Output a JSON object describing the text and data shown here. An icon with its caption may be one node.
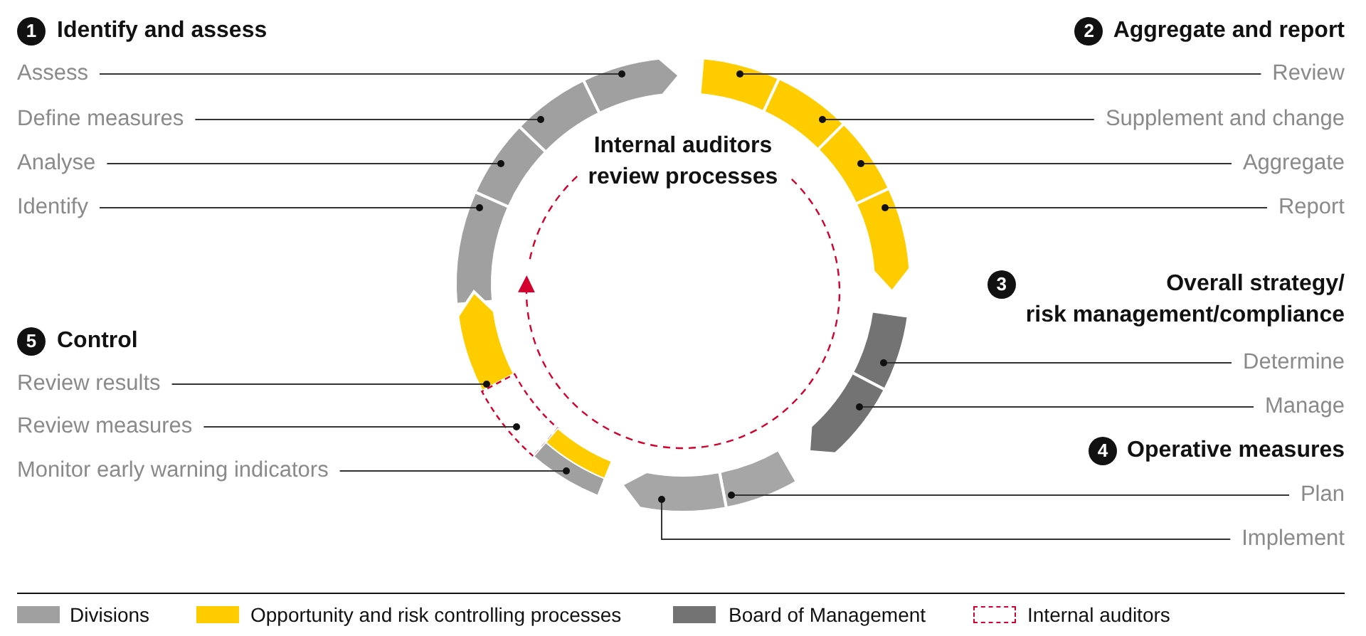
{
  "diagram": {
    "nodes": [
      {
        "text": [
          "Assess"
        ]
      },
      {
        "text": [
          "Define measures"
        ]
      },
      {
        "text": [
          "Analyse"
        ]
      },
      {
        "text": [
          "Identify"
        ]
      },
      {
        "text": [
          "Review"
        ]
      },
      {
        "text": [
          "Supplement and change"
        ]
      },
      {
        "text": [
          "Aggregate"
        ]
      },
      {
        "text": [
          "Report"
        ]
      },
      {
        "text": [
          "Determine"
        ]
      },
      {
        "text": [
          "Manage"
        ]
      },
      {
        "text": [
          "Plan"
        ]
      },
      {
        "text": [
          "Implement"
        ]
      },
      {
        "text": [
          "Review results"
        ]
      },
      {
        "text": [
          "Review measures"
        ]
      },
      {
        "text": [
          "Monitor early warning indicators"
        ]
      },
      {
        "text": [],
        "shape": "bar"
      },
      {
        "text": [],
        "shape": "bar"
      },
      {
        "text": [],
        "shape": "bar"
      },
      {
        "text": [],
        "shape": "bar"
      },
      {
        "text": [],
        "shape": "bar"
      },
      {
        "text": [],
        "shape": "bar"
      },
      {
        "text": [],
        "shape": "bar"
      },
      {
        "text": [],
        "shape": "bar"
      },
      {
        "text": [],
        "shape": "bar"
      },
      {
        "text": [],
        "shape": "bar"
      },
      {
        "text": [],
        "shape": "bar"
      },
      {
        "text": [],
        "shape": "bar"
      },
      {
        "text": [],
        "shape": "bar"
      },
      {
        "text": [],
        "shape": "bar"
      },
      {
        "text": [],
        "shape": "bar"
      }
    ],
    "edges": [
      {
        "from": 0,
        "to": 15,
        "arrow": "other"
      },
      {
        "from": 1,
        "to": 16,
        "arrow": "other"
      },
      {
        "from": 2,
        "to": 17,
        "arrow": "other"
      },
      {
        "from": 3,
        "to": 18,
        "arrow": "other"
      },
      {
        "from": 4,
        "to": 19,
        "arrow": "other"
      },
      {
        "from": 5,
        "to": 20,
        "arrow": "other"
      },
      {
        "from": 6,
        "to": 21,
        "arrow": "other"
      },
      {
        "from": 7,
        "to": 22,
        "arrow": "other"
      },
      {
        "from": 8,
        "to": 23,
        "arrow": "other"
      },
      {
        "from": 9,
        "to": 24,
        "arrow": "other"
      },
      {
        "from": 10,
        "to": 25,
        "arrow": "other"
      },
      {
        "from": 11,
        "to": 26,
        "arrow": "other"
      },
      {
        "from": 12,
        "to": 27,
        "arrow": "other"
      },
      {
        "from": 13,
        "to": 28,
        "arrow": "other"
      },
      {
        "from": 14,
        "to": 29,
        "arrow": "other"
      }
    ],
    "labels": [
      "1",
      "Identify and assess",
      "2",
      "Aggregate and report",
      "3",
      "Overall strategy/ risk management/compliance",
      "4",
      "Operative measures",
      "5",
      "Control",
      "Internal auditors review processes"
    ],
    "legend": [
      {
        "text": "Divisions",
        "color": "#a0a0a0"
      },
      {
        "text": "Opportunity and risk controlling processes",
        "color": "#ffcc00"
      },
      {
        "text": "Board of Management",
        "color": "#737373"
      },
      {
        "text": "Internal auditors"
      }
    ]
  }
}
